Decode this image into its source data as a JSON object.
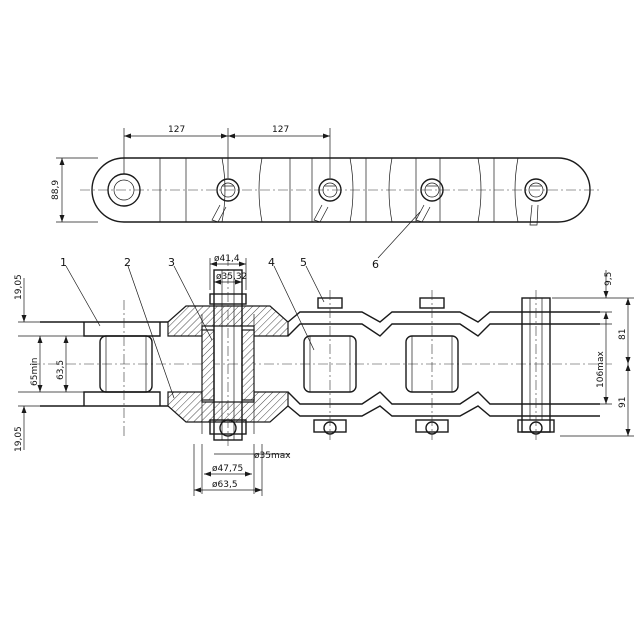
{
  "callouts": [
    "1",
    "2",
    "3",
    "4",
    "5",
    "6"
  ],
  "dimensions": {
    "pitch_1": "127",
    "pitch_2": "127",
    "plate_height": "88,9",
    "top_left_offset": "19,05",
    "bottom_left_offset": "19,05",
    "roller_span": "63,5",
    "inner_min": "65min",
    "pin_head": "ø41,4",
    "pin_dia": "ø35,32",
    "bush_max": "ø35max",
    "bush_dia": "ø47,75",
    "roller_dia": "ø63,5",
    "right_top": "9,5",
    "right_upper": "81",
    "right_max": "106max",
    "right_lower": "91"
  }
}
